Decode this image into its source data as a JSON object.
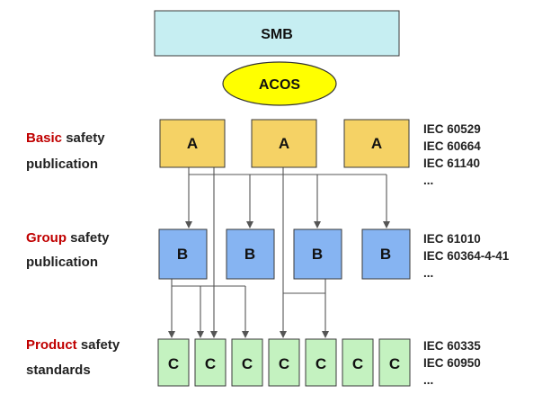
{
  "top_box": {
    "label": "SMB",
    "fill": "#c6eef2"
  },
  "oval": {
    "label": "ACOS",
    "fill": "#ffff00"
  },
  "levels": [
    {
      "id": "basic",
      "label_highlight": "Basic",
      "label_rest": " safety",
      "label_line2": "publication",
      "box_letter": "A",
      "box_fill": "#f5d265",
      "standards": [
        "IEC 60529",
        "IEC 60664",
        "IEC 61140",
        "..."
      ]
    },
    {
      "id": "group",
      "label_highlight": "Group",
      "label_rest": " safety",
      "label_line2": "publication",
      "box_letter": "B",
      "box_fill": "#86b4f2",
      "standards": [
        "IEC 61010",
        "IEC 60364-4-41",
        "..."
      ]
    },
    {
      "id": "product",
      "label_highlight": "Product",
      "label_rest": " safety",
      "label_line2": "standards",
      "box_letter": "C",
      "box_fill": "#c4f2c0",
      "standards": [
        "IEC 60335",
        "IEC 60950",
        "..."
      ]
    }
  ],
  "colors": {
    "highlight_red": "#c00000",
    "line": "#555555"
  }
}
